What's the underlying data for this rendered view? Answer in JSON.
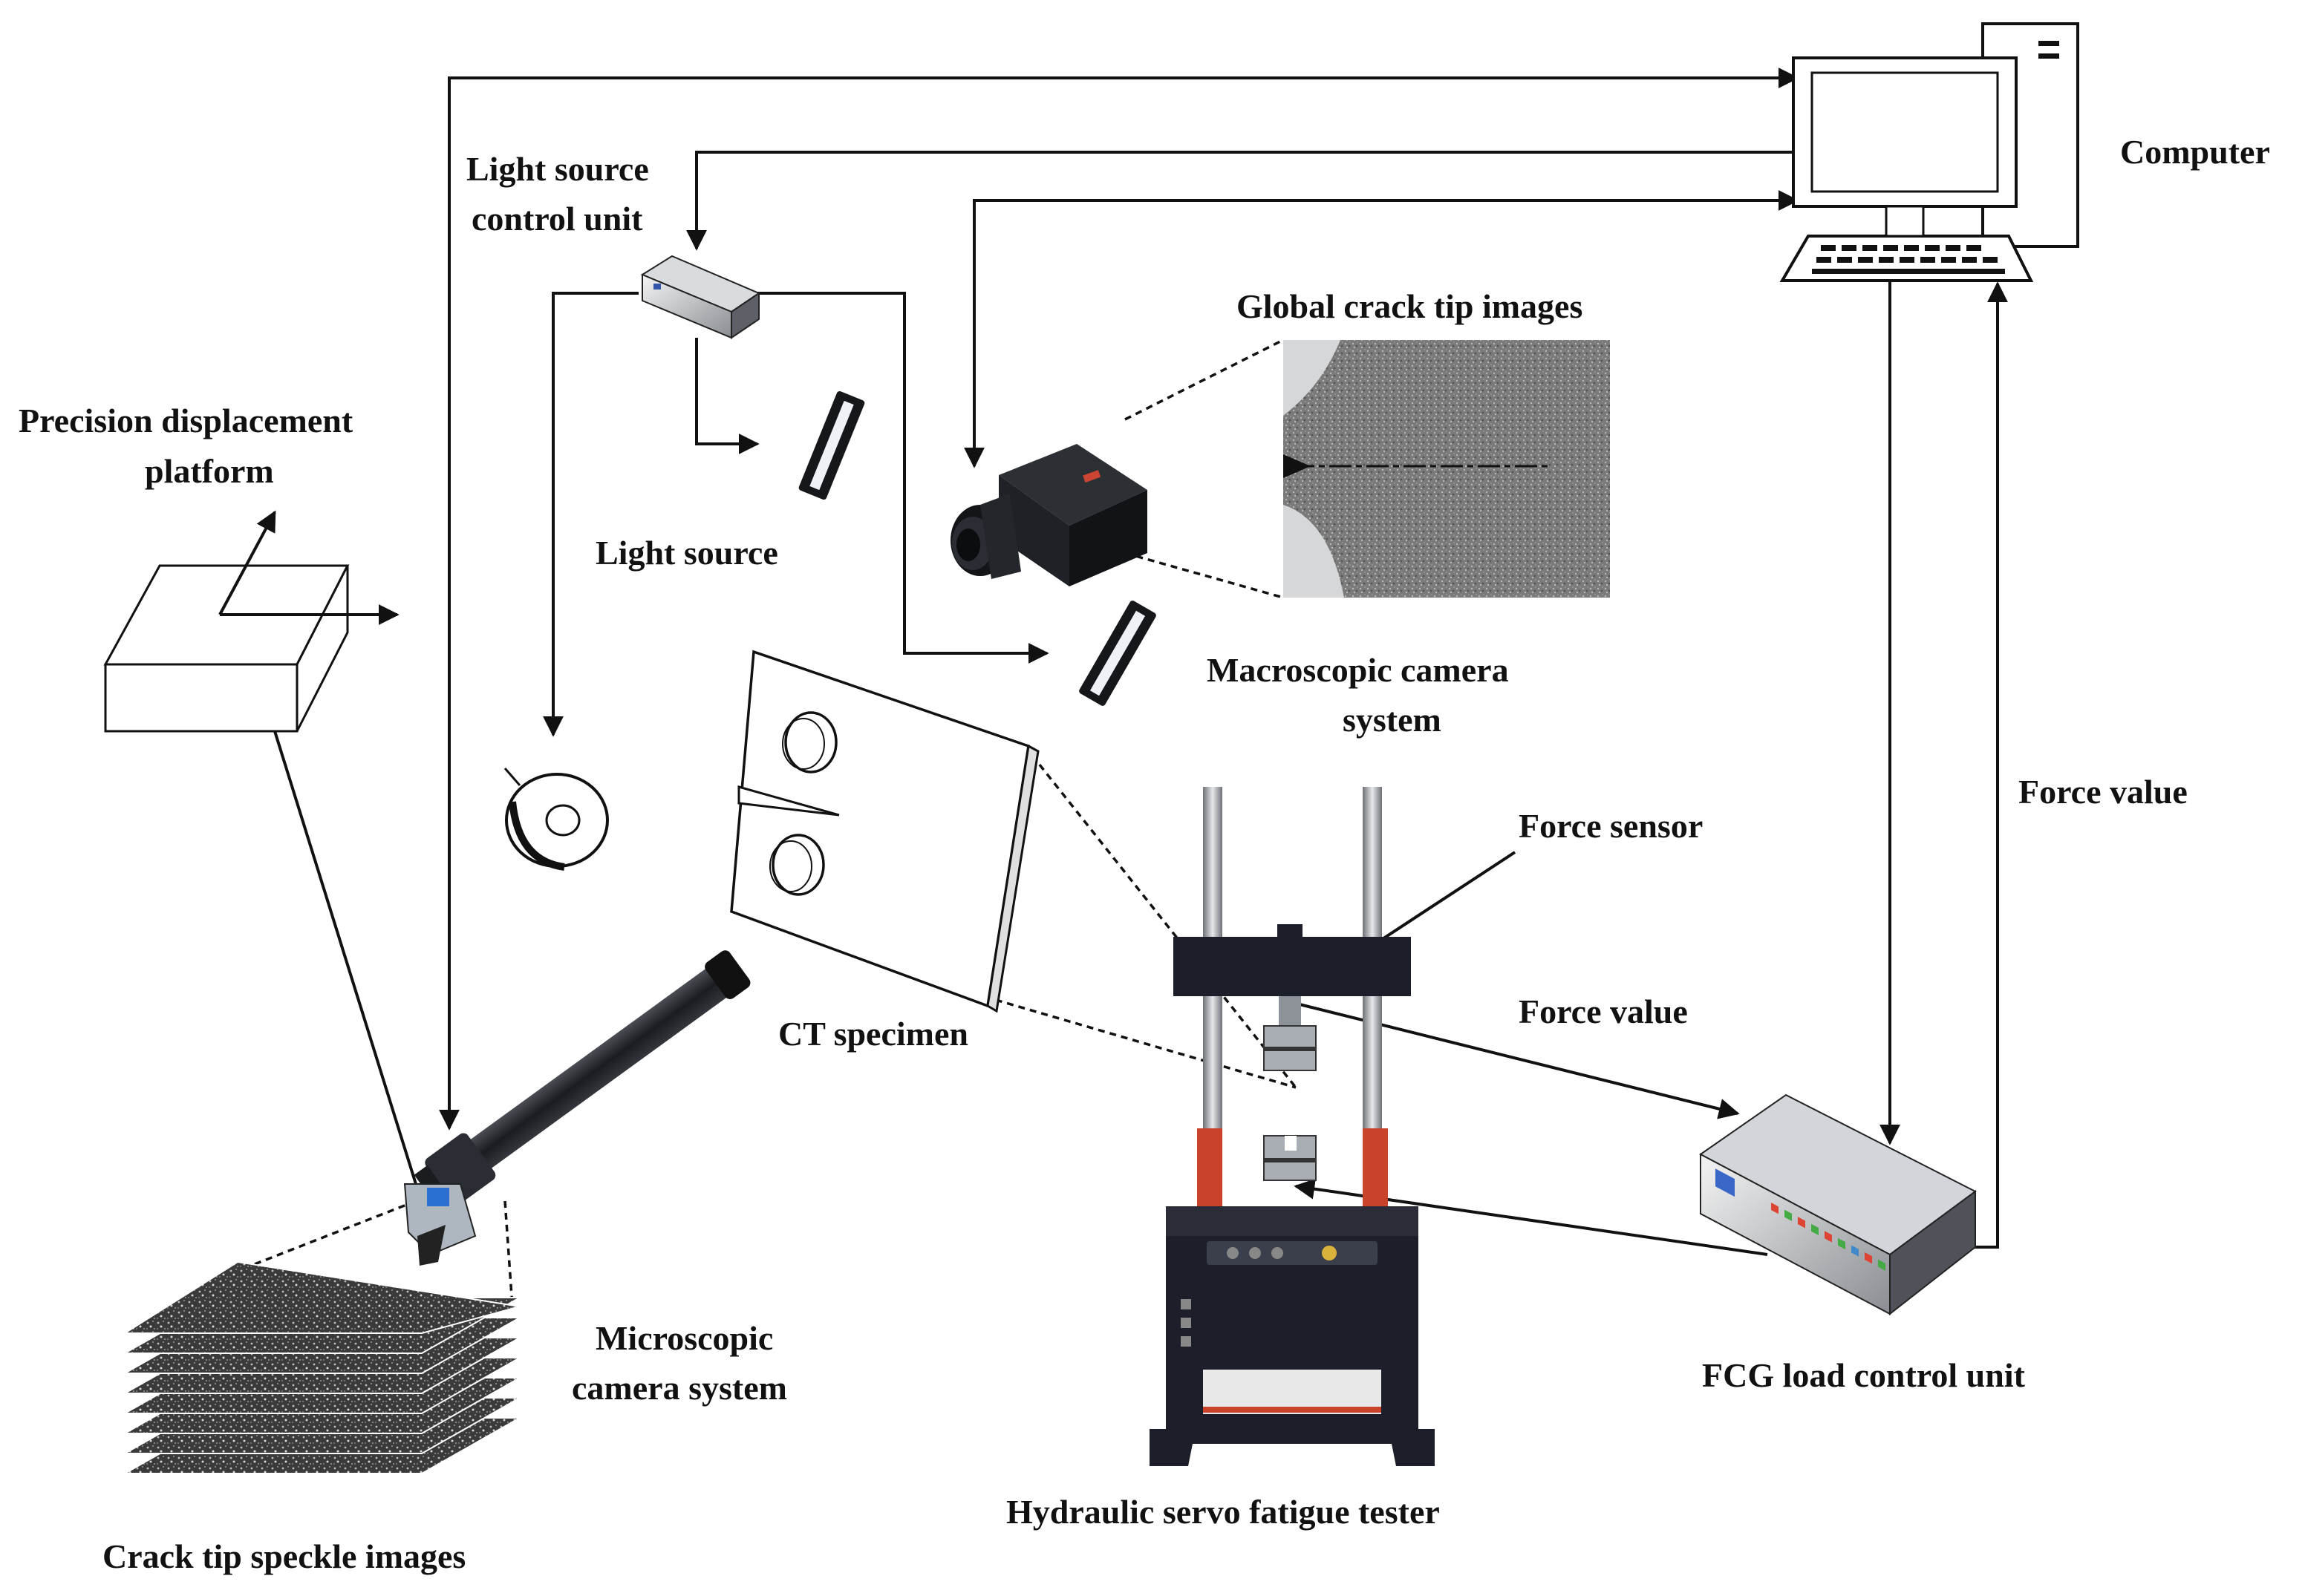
{
  "labels": {
    "computer": "Computer",
    "light_source_control_line1": "Light source",
    "light_source_control_line2": "control unit",
    "global_crack_tip_images": "Global crack tip images",
    "precision_platform_line1": "Precision displacement",
    "precision_platform_line2": "platform",
    "light_source": "Light source",
    "macroscopic_camera_line1": "Macroscopic camera",
    "macroscopic_camera_line2": "system",
    "force_value_right": "Force value",
    "force_sensor": "Force sensor",
    "force_value_middle": "Force value",
    "ct_specimen": "CT specimen",
    "microscopic_camera_line1": "Microscopic",
    "microscopic_camera_line2": "camera system",
    "fcg_load_control_unit": "FCG load control unit",
    "hydraulic_tester": "Hydraulic servo fatigue tester",
    "crack_tip_speckle_images": "Crack tip speckle images"
  },
  "colors": {
    "line": "#111111",
    "tester_body": "#1c1f2a",
    "tester_accent": "#c8432a",
    "device_grey": "#9aa0a6"
  }
}
